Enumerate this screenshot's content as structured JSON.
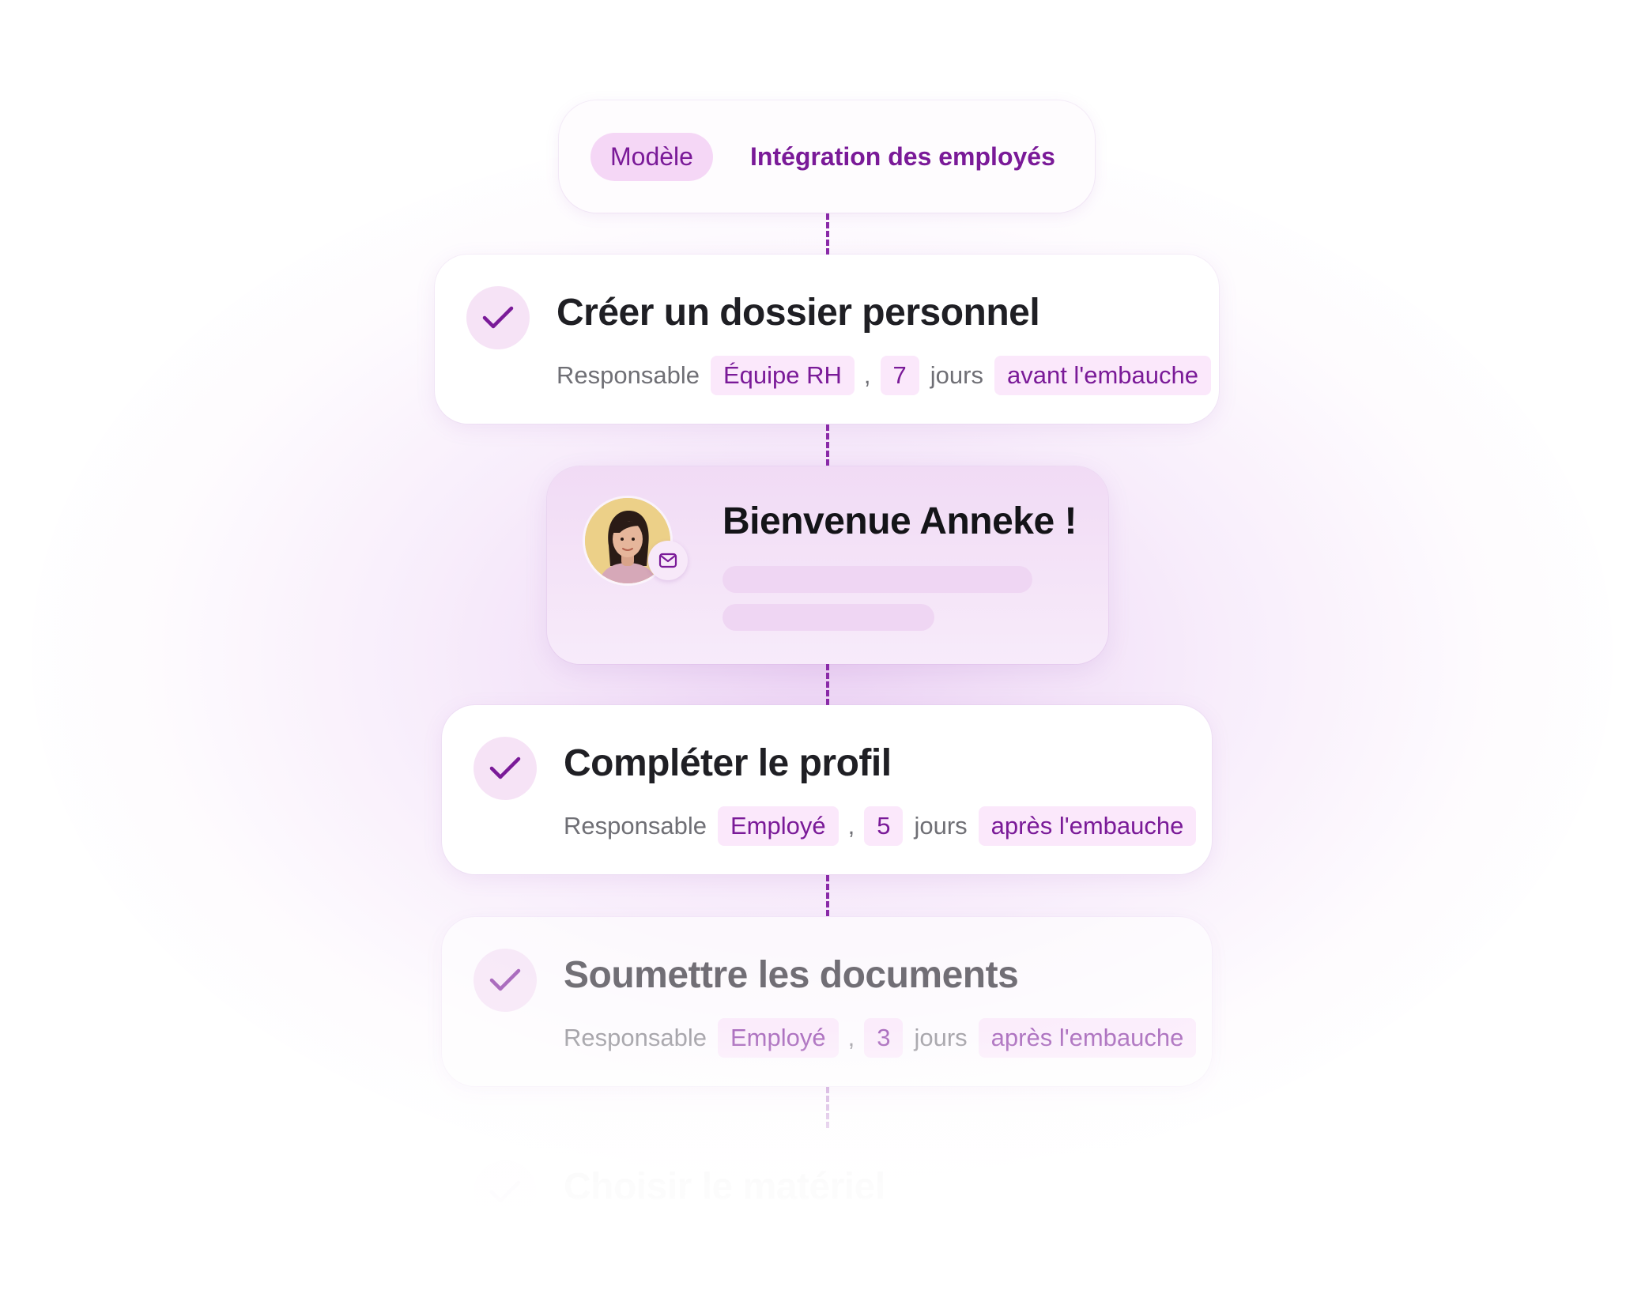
{
  "template": {
    "badge": "Modèle",
    "name": "Intégration des employés"
  },
  "tasks": [
    {
      "title": "Créer un dossier personnel",
      "owner_label": "Responsable",
      "owner": "Équipe RH",
      "comma": ",",
      "days": "7",
      "days_label": "jours",
      "timing": "avant l'embauche"
    },
    {
      "title": "Compléter le profil",
      "owner_label": "Responsable",
      "owner": "Employé",
      "comma": ",",
      "days": "5",
      "days_label": "jours",
      "timing": "après l'embauche"
    },
    {
      "title": "Soumettre les documents",
      "owner_label": "Responsable",
      "owner": "Employé",
      "comma": ",",
      "days": "3",
      "days_label": "jours",
      "timing": "après l'embauche"
    },
    {
      "title": "Choisir le matériel"
    }
  ],
  "welcome": {
    "title": "Bienvenue Anneke !",
    "avatar_icon": "person-avatar",
    "badge_icon": "mail-icon"
  },
  "colors": {
    "accent": "#7a1a98",
    "tag_bg": "#fbe8fb",
    "check_bg": "#f6e3f6"
  }
}
